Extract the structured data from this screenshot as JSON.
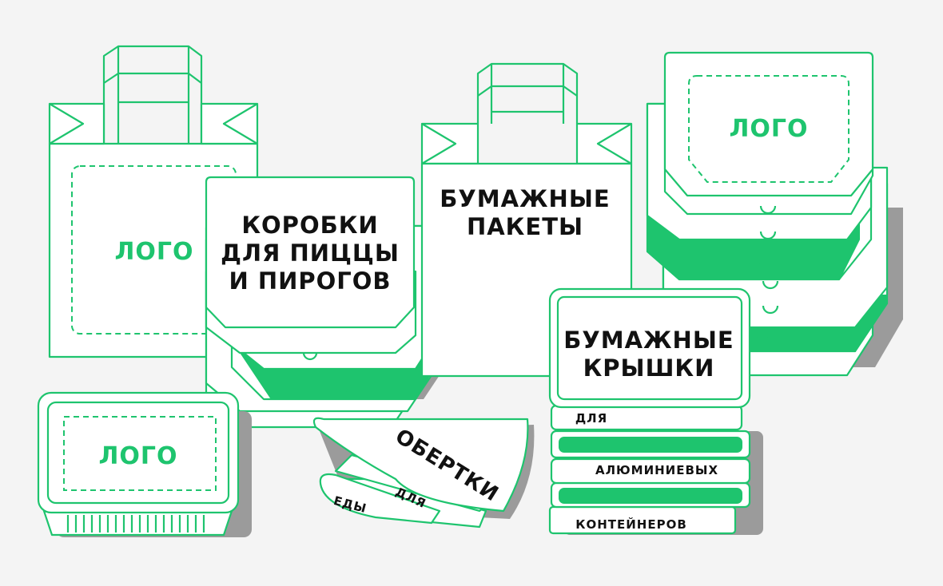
{
  "colors": {
    "accent": "#1ec46e",
    "shadow": "#9b9b9b",
    "background": "#f4f4f4"
  },
  "left_bag": {
    "logo": "ЛОГО"
  },
  "pizza_boxes": {
    "line1": "КОРОБКИ",
    "line2": "ДЛЯ ПИЦЦЫ",
    "line3": "И ПИРОГОВ"
  },
  "paper_bags": {
    "line1": "БУМАЖНЫЕ",
    "line2": "ПАКЕТЫ"
  },
  "right_box": {
    "logo": "ЛОГО"
  },
  "lids": {
    "line1": "БУМАЖНЫЕ",
    "line2": "КРЫШКИ",
    "strip1": "ДЛЯ",
    "strip2": "АЛЮМИНИЕВЫХ",
    "strip3": "КОНТЕЙНЕРОВ"
  },
  "container": {
    "logo": "ЛОГО"
  },
  "wrappers": {
    "line1": "ОБЕРТКИ",
    "line2": "ДЛЯ",
    "line3": "ЕДЫ"
  }
}
